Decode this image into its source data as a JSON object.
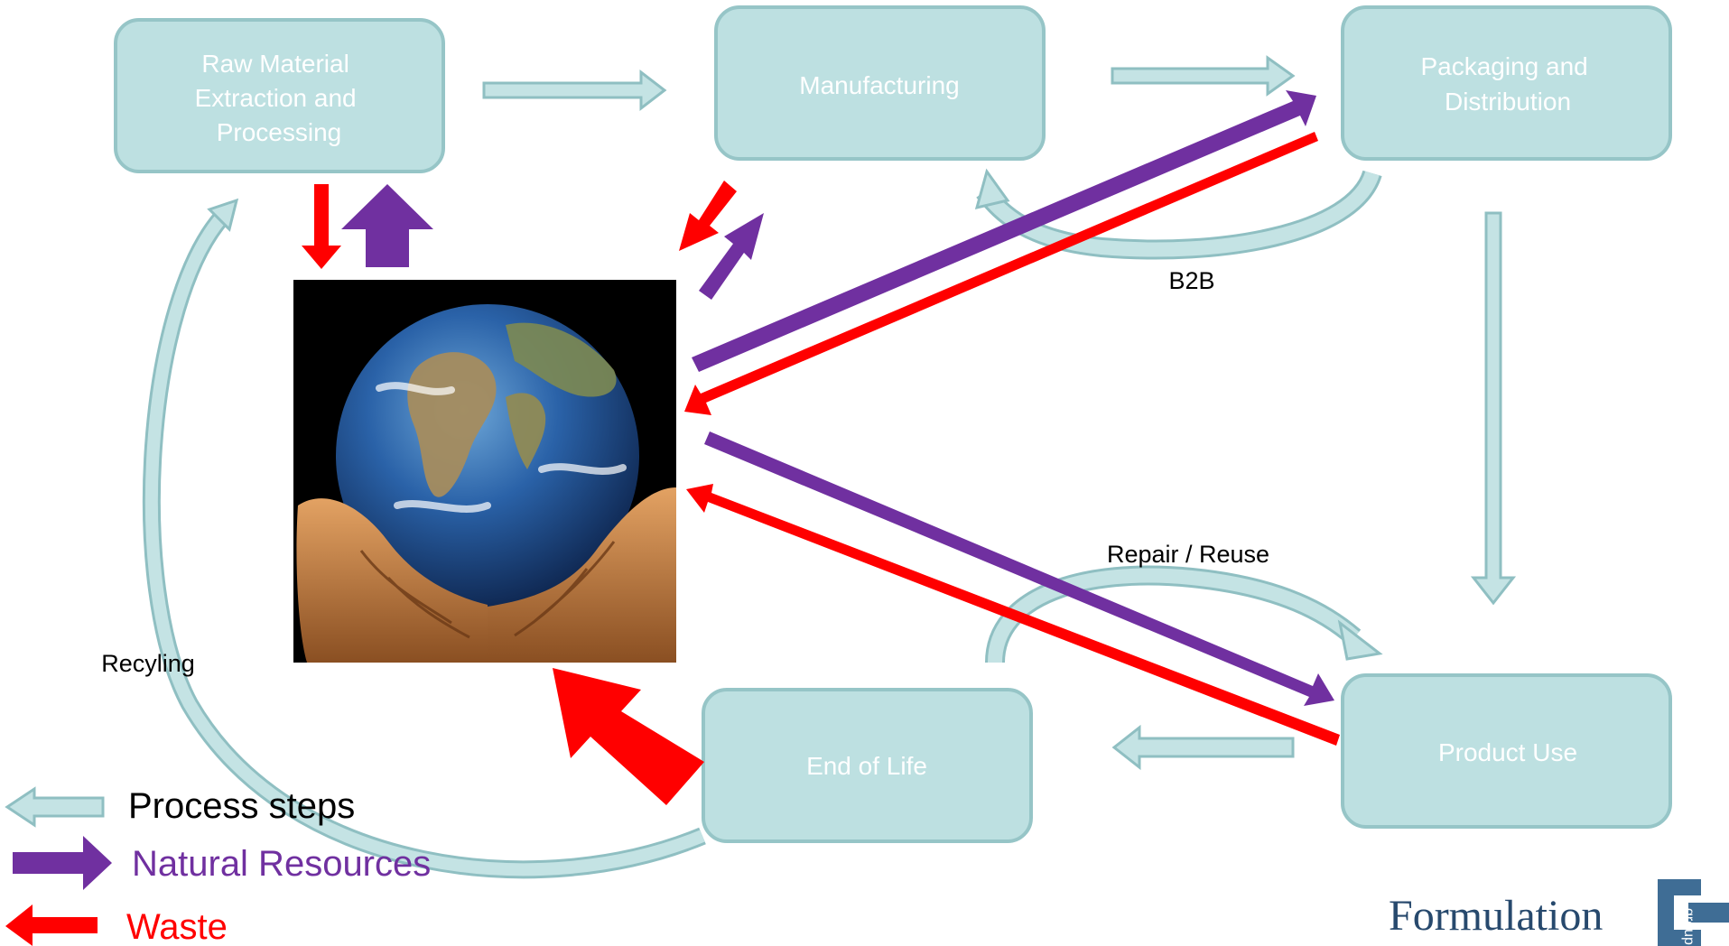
{
  "colors": {
    "box_fill": "#bde0e1",
    "box_stroke": "#96c5c7",
    "process_arrow": "#c4e3e4",
    "process_arrow_stroke": "#8fbfc2",
    "natural_resources": "#7030a0",
    "waste": "#ff0000",
    "logo_text": "#27496d",
    "logo_mark": "#3f6d95"
  },
  "boxes": {
    "raw_material": [
      "Raw Material",
      "Extraction and",
      "Processing"
    ],
    "manufacturing": [
      "Manufacturing"
    ],
    "packaging": [
      "Packaging and",
      "Distribution"
    ],
    "product_use": [
      "Product Use"
    ],
    "end_of_life": [
      "End of Life"
    ]
  },
  "annotations": {
    "b2b": "B2B",
    "repair_reuse": "Repair / Reuse",
    "recycling": "Recyling"
  },
  "legend": {
    "process_steps": "Process steps",
    "natural_resources": "Natural Resources",
    "waste": "Waste"
  },
  "logo": {
    "text": "Formulation",
    "mark_text": "group"
  },
  "image": {
    "subject": "earth-held-in-hands"
  }
}
